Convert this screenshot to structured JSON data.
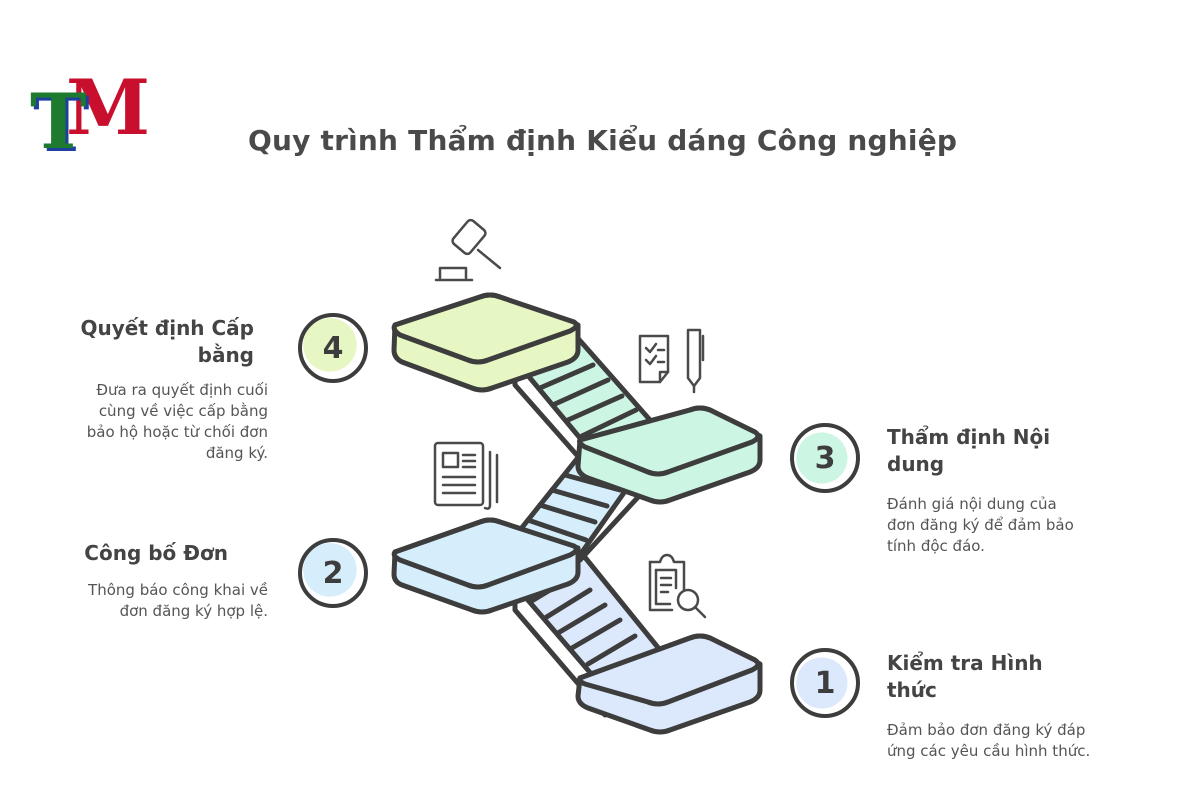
{
  "logo": {
    "letter_t": "T",
    "letter_m": "M",
    "colors": {
      "t": "#1e7a2e",
      "m": "#c8102e",
      "shadow": "#1f3fa0"
    }
  },
  "title": "Quy trình Thẩm định Kiểu dáng Công nghiệp",
  "steps": [
    {
      "number": "1",
      "title": "Kiểm tra Hình thức",
      "description": "Đảm bảo đơn đăng ký đáp ứng các yêu cầu hình thức.",
      "icon": "clipboard-search-icon",
      "color": "#dce8fb"
    },
    {
      "number": "2",
      "title": "Công bố Đơn",
      "description": "Thông báo công khai về đơn đăng ký hợp lệ.",
      "icon": "newspaper-icon",
      "color": "#d6eefb"
    },
    {
      "number": "3",
      "title": "Thẩm định Nội dung",
      "description": "Đánh giá nội dung của đơn đăng ký để đảm bảo tính độc đáo.",
      "icon": "checklist-pen-icon",
      "color": "#cdf5e3"
    },
    {
      "number": "4",
      "title": "Quyết định Cấp bằng",
      "description": "Đưa ra quyết định cuối cùng về việc cấp bằng bảo hộ hoặc từ chối đơn đăng ký.",
      "icon": "gavel-icon",
      "color": "#e6f7c4"
    }
  ],
  "colors": {
    "outline": "#3d3d3d",
    "text": "#444444"
  }
}
